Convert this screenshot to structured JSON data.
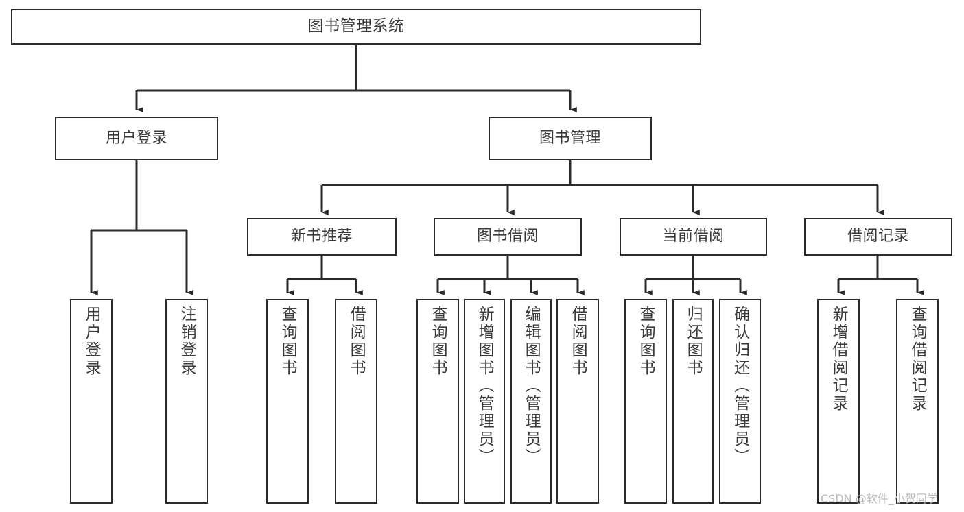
{
  "diagram": {
    "title": "图书管理系统",
    "type": "tree",
    "orientation": "top-down",
    "colors": {
      "background": "#ffffff",
      "node_border": "#2b2b2b",
      "node_fill": "#ffffff",
      "text": "#3a3a3a",
      "edge": "#2b2b2b",
      "watermark": "#b9b9b9"
    }
  },
  "watermark": {
    "text": "CSDN @软件_小贺同学"
  },
  "nodes": {
    "root": {
      "label": "图书管理系统"
    },
    "level1": [
      {
        "id": "user-login",
        "label": "用户登录"
      },
      {
        "id": "book-manage",
        "label": "图书管理"
      }
    ],
    "level2": [
      {
        "id": "new-book-rec",
        "label": "新书推荐"
      },
      {
        "id": "book-borrow",
        "label": "图书借阅"
      },
      {
        "id": "current-borrow",
        "label": "当前借阅"
      },
      {
        "id": "borrow-record",
        "label": "借阅记录"
      }
    ],
    "leaves": [
      {
        "id": "leaf-user-login",
        "label": "用户登录",
        "parent": "user-login"
      },
      {
        "id": "leaf-user-logout",
        "label": "注销登录",
        "parent": "user-login"
      },
      {
        "id": "leaf-query-book-1",
        "label": "查询图书",
        "parent": "new-book-rec"
      },
      {
        "id": "leaf-borrow-book-1",
        "label": "借阅图书",
        "parent": "new-book-rec"
      },
      {
        "id": "leaf-query-book-2",
        "label": "查询图书",
        "parent": "book-borrow"
      },
      {
        "id": "leaf-add-book",
        "label": "新增图书（管理员）",
        "parent": "book-borrow"
      },
      {
        "id": "leaf-edit-book",
        "label": "编辑图书（管理员）",
        "parent": "book-borrow"
      },
      {
        "id": "leaf-borrow-book-2",
        "label": "借阅图书",
        "parent": "book-borrow"
      },
      {
        "id": "leaf-query-book-3",
        "label": "查询图书",
        "parent": "current-borrow"
      },
      {
        "id": "leaf-return-book",
        "label": "归还图书",
        "parent": "current-borrow"
      },
      {
        "id": "leaf-confirm-return",
        "label": "确认归还（管理员）",
        "parent": "current-borrow"
      },
      {
        "id": "leaf-add-record",
        "label": "新增借阅记录",
        "parent": "borrow-record"
      },
      {
        "id": "leaf-query-record",
        "label": "查询借阅记录",
        "parent": "borrow-record"
      }
    ]
  }
}
